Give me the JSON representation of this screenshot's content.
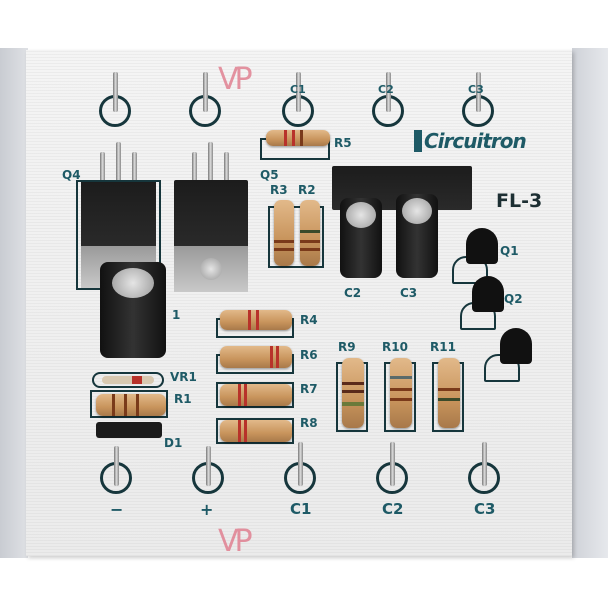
{
  "photo": {
    "subject": "Circuit board (PCB) with components",
    "brand_logo": "Circuitron",
    "model": "FL-3",
    "handwritten_marks": [
      "VP",
      "VP"
    ],
    "top_terminals": [
      "",
      "",
      "C1",
      "C2",
      "C3"
    ],
    "bottom_terminals": [
      "−",
      "+",
      "C1",
      "C2",
      "C3"
    ],
    "component_labels": {
      "q4": "Q4",
      "q5": "Q5",
      "q1": "Q1",
      "q2": "Q2",
      "r1": "R1",
      "r2": "R2",
      "r3": "R3",
      "r4": "R4",
      "r5": "R5",
      "r6": "R6",
      "r7": "R7",
      "r8": "R8",
      "r9": "R9",
      "r10": "R10",
      "r11": "R11",
      "c1": "1",
      "c2": "C2",
      "c3": "C3",
      "vr1": "VR1",
      "d1": "D1"
    },
    "colors": {
      "board": "#f0f0f0",
      "silkscreen": "#1e5a66",
      "handwriting": "#e07a8c",
      "resistor_body": "#d4a26c",
      "resistor_band": "#b8322a"
    }
  }
}
